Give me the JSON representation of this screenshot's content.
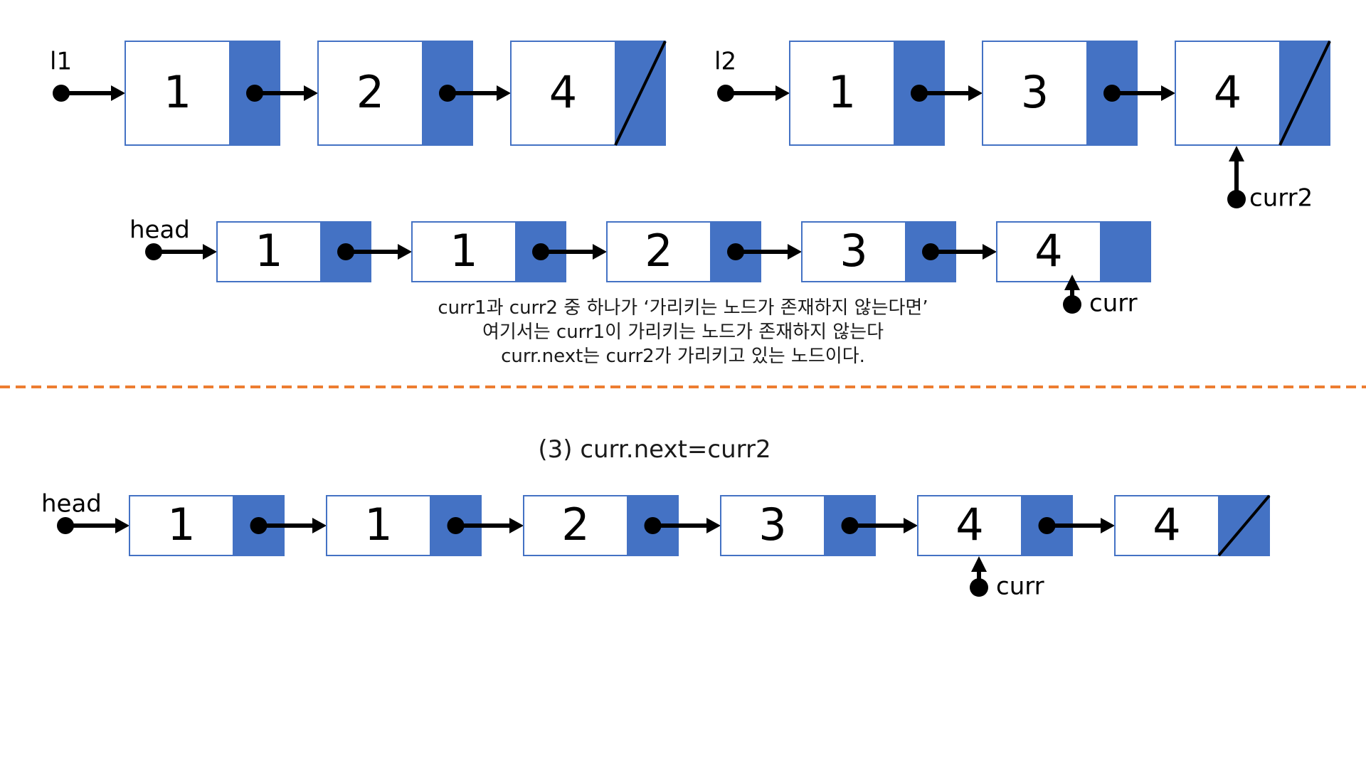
{
  "top": {
    "list1": {
      "label": "l1",
      "values": [
        "1",
        "2",
        "4"
      ],
      "last_null": true
    },
    "list2": {
      "label": "l2",
      "values": [
        "1",
        "3",
        "4"
      ],
      "last_null": true,
      "pointer": "curr2",
      "pointer_node": 2
    }
  },
  "merged": {
    "label": "head",
    "values": [
      "1",
      "1",
      "2",
      "3",
      "4"
    ],
    "last_null": false,
    "pointer": "curr",
    "pointer_node": 4
  },
  "caption_lines": [
    "curr1과 curr2 중 하나가  ‘가리키는 노드가 존재하지 않는다면’",
    "여기서는 curr1이 가리키는 노드가 존재하지 않는다",
    "curr.next는 curr2가 가리키고 있는 노드이다."
  ],
  "step3": {
    "title": "(3)  curr.next=curr2",
    "label": "head",
    "values": [
      "1",
      "1",
      "2",
      "3",
      "4",
      "4"
    ],
    "last_null": true,
    "pointer": "curr",
    "pointer_node": 4
  },
  "colors": {
    "node_border": "#4472c4",
    "next_fill": "#4472c4",
    "arrow": "#000000",
    "divider": "#ed7d31"
  }
}
